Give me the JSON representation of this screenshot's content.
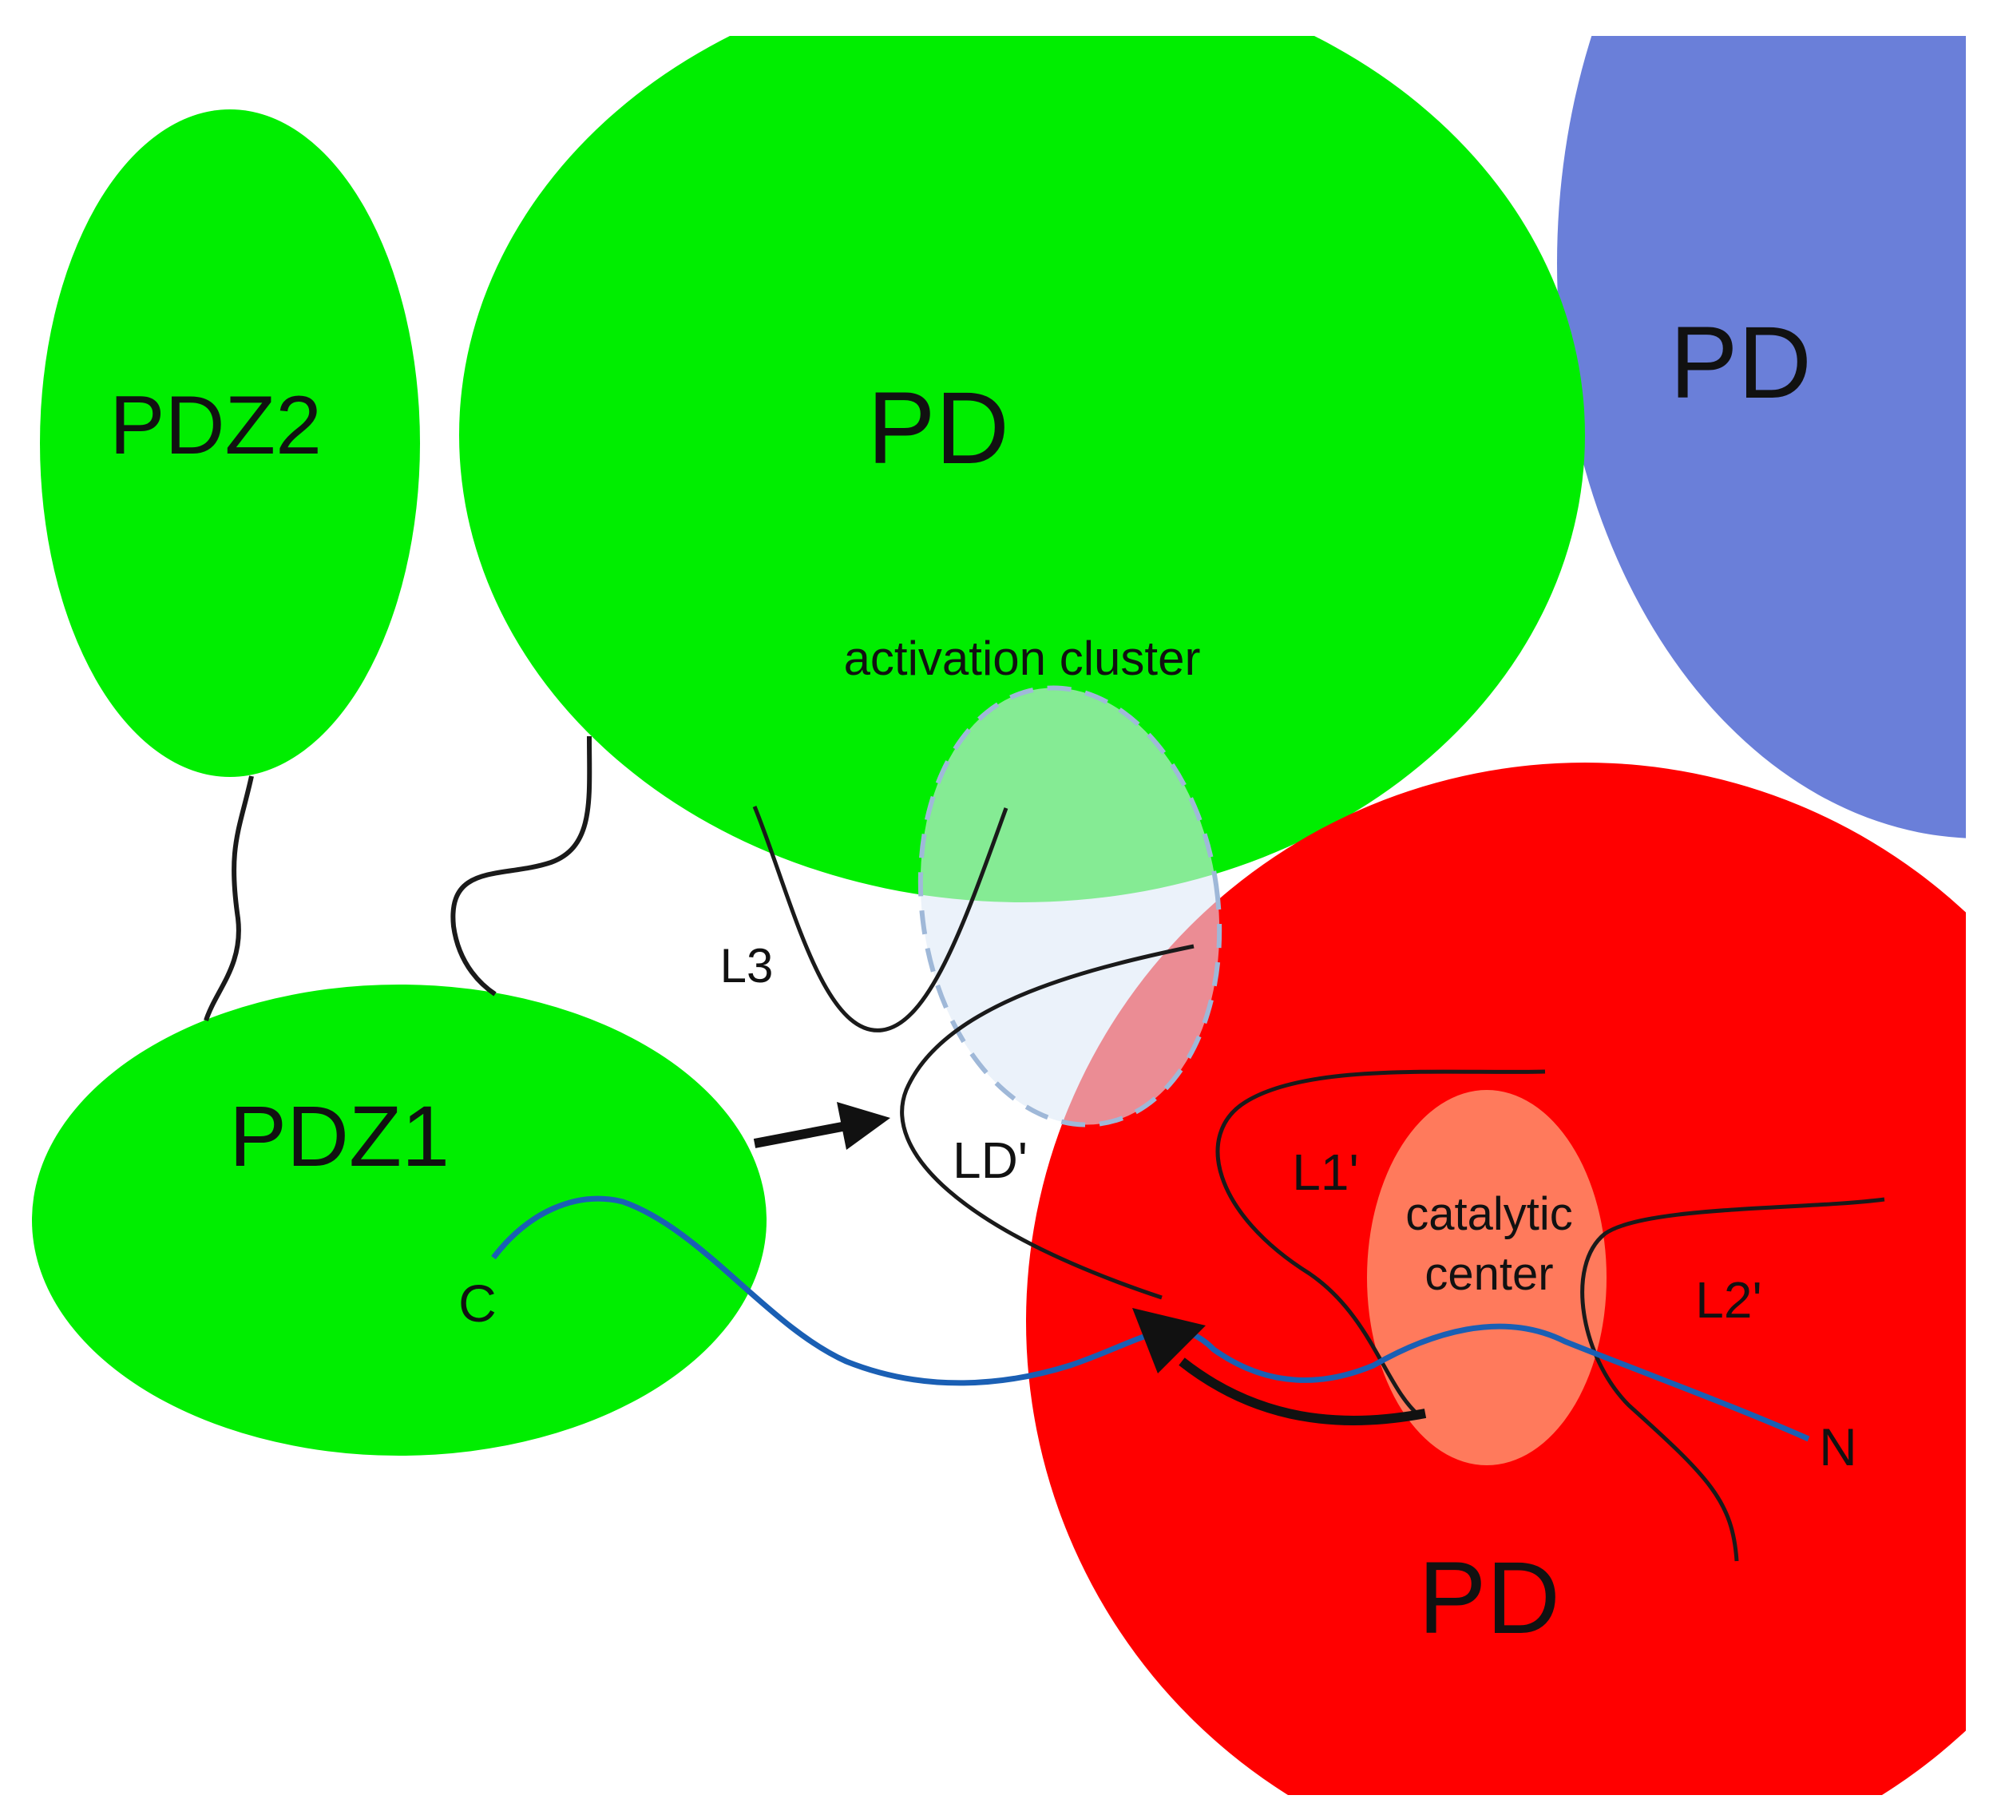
{
  "labels": {
    "pdz2": "PDZ2",
    "pd_top": "PD",
    "pd_blue": "PD",
    "activation_cluster": "activation cluster",
    "l3": "L3",
    "pdz1": "PDZ1",
    "ld_prime": "LD'",
    "l1_prime": "L1'",
    "catalytic_line1": "catalytic",
    "catalytic_line2": "center",
    "l2_prime": "L2'",
    "c_terminus": "C",
    "n_terminus": "N",
    "pd_red": "PD"
  },
  "colors": {
    "green_domain": "#00ee00",
    "blue_domain": "#6a7fd9",
    "red_domain": "#ff0000",
    "activation_cluster_fill": "#a8f0b0",
    "catalytic_center_fill": "#ff7a5c",
    "substrate_line": "#1a5fb4",
    "loop_line": "#1a1a1a"
  }
}
